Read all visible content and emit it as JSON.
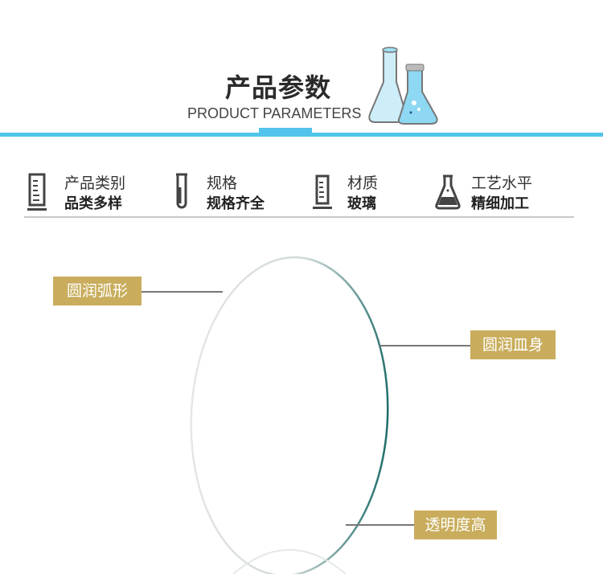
{
  "header": {
    "title": "产品参数",
    "subtitle": "PRODUCT PARAMETERS",
    "accent_color": "#52c3ea"
  },
  "params": [
    {
      "icon": "beaker-icon",
      "label": "产品类别",
      "value": "品类多样"
    },
    {
      "icon": "test-tube-icon",
      "label": "规格",
      "value": "规格齐全"
    },
    {
      "icon": "cylinder-icon",
      "label": "材质",
      "value": "玻璃"
    },
    {
      "icon": "flask-icon",
      "label": "工艺水平",
      "value": "精细加工"
    }
  ],
  "product": {
    "callouts": [
      "圆润弧形",
      "圆润皿身",
      "透明度高"
    ],
    "tag_color": "#c9ad5c"
  }
}
